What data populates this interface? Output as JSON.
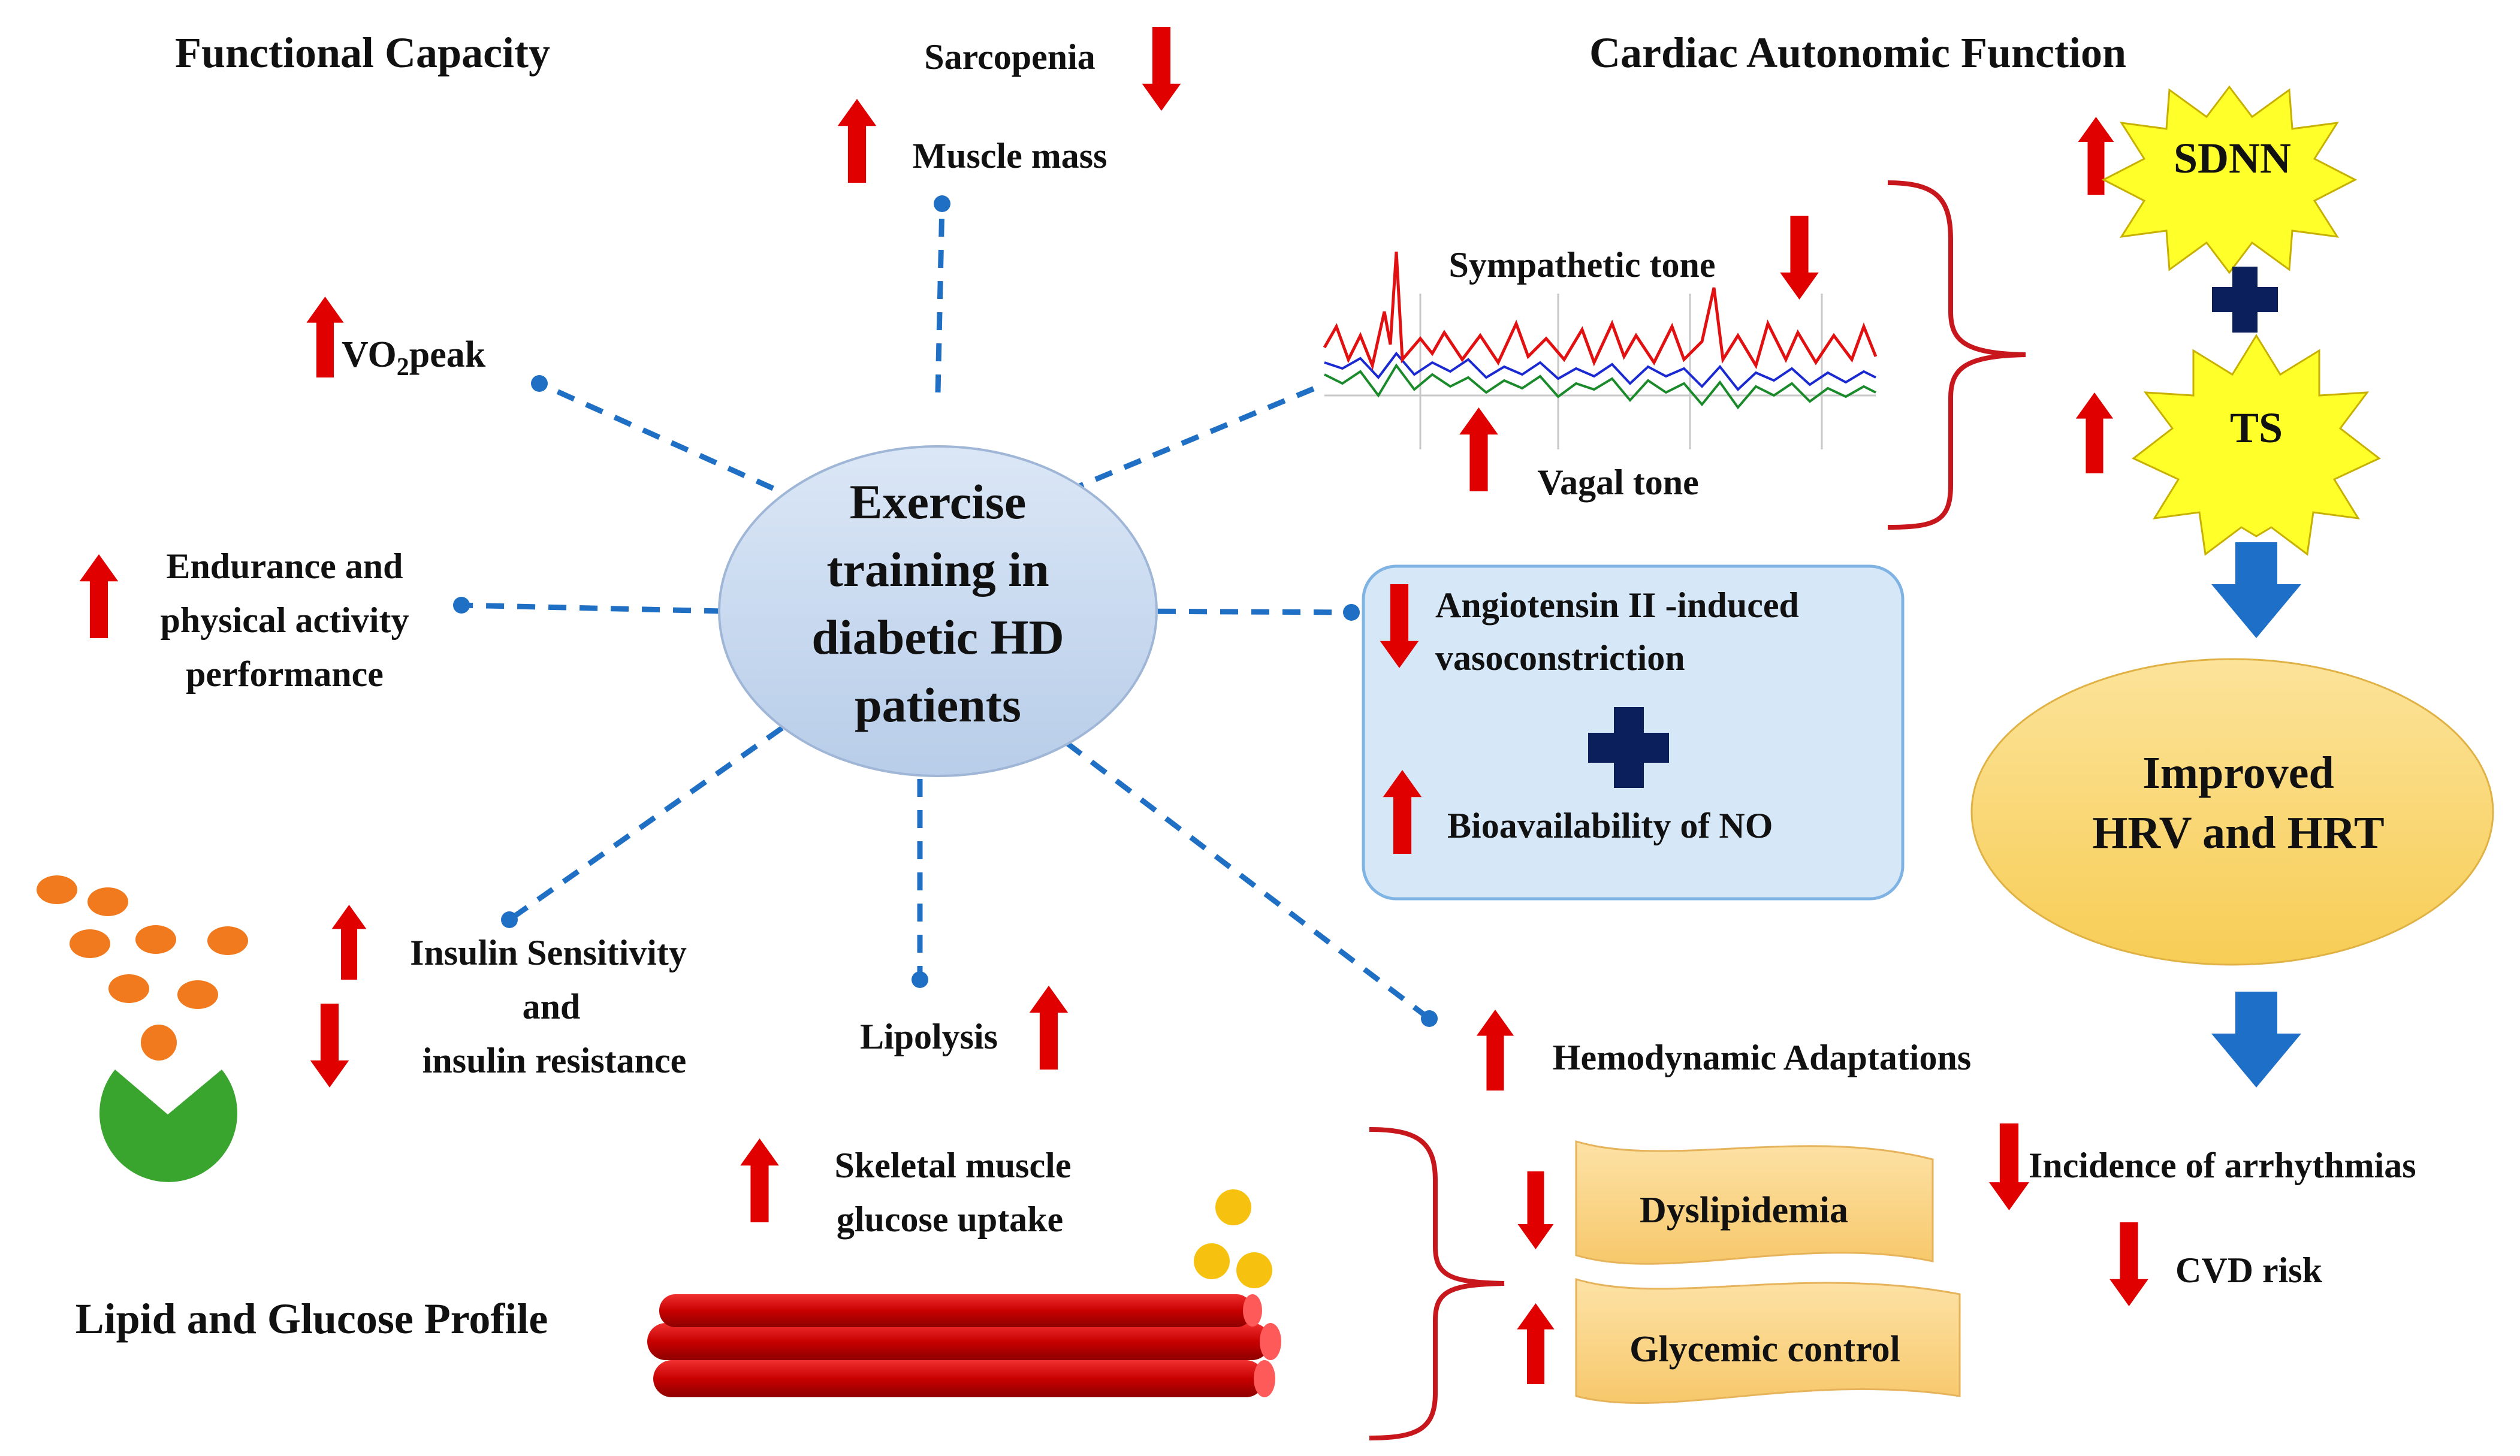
{
  "sections": {
    "functional_capacity": "Functional Capacity",
    "cardiac_autonomic": "Cardiac Autonomic Function",
    "lipid_glucose": "Lipid and Glucose Profile"
  },
  "center": {
    "line1": "Exercise",
    "line2": "training in",
    "line3": "diabetic HD",
    "line4": "patients"
  },
  "labels": {
    "sarcopenia": "Sarcopenia",
    "muscle_mass": "Muscle mass",
    "vo2_prefix": "VO",
    "vo2_sub": "2",
    "vo2_suffix": "peak",
    "endurance_1": "Endurance and",
    "endurance_2": "physical activity",
    "endurance_3": "performance",
    "insulin_1": "Insulin Sensitivity",
    "insulin_2": "and",
    "insulin_3": "insulin resistance",
    "lipolysis": "Lipolysis",
    "hemodynamic": "Hemodynamic Adaptations",
    "angiotensin_1": "Angiotensin II -induced",
    "angiotensin_2": "vasoconstriction",
    "no": "Bioavailability of NO",
    "sympathetic": "Sympathetic tone",
    "vagal": "Vagal tone",
    "sdnn": "SDNN",
    "ts": "TS",
    "improved_1": "Improved",
    "improved_2": "HRV and HRT",
    "arrhythmias": "Incidence of arrhythmias",
    "cvd": "CVD risk",
    "skeletal_1": "Skeletal muscle",
    "skeletal_2": "glucose uptake",
    "dyslipidemia": "Dyslipidemia",
    "glycemic": "Glycemic control"
  },
  "colors": {
    "arrow_red": "#e00000",
    "dash_blue": "#1f6fc4",
    "center_fill": "#c9daf0",
    "box_fill": "#d6e8f8",
    "star_fill": "#ffff2a",
    "oval_fill": "#fbd97a",
    "scroll_fill": "#fbd88a",
    "brace_red": "#c8161d",
    "plus_navy": "#0a1f5c",
    "down_blue": "#1d6fc7",
    "muscle_red": "#d81010",
    "orange_dot": "#f27a1e",
    "green": "#3aa52e",
    "yellow_dot": "#f7c20f"
  },
  "icons": [
    "up-arrow-icon",
    "down-arrow-icon",
    "plus-icon",
    "star-burst-icon",
    "hrv-trace-icon",
    "muscle-fiber-icon",
    "glucose-dots-icon",
    "receptor-icon",
    "brace-icon",
    "scroll-banner-icon"
  ]
}
